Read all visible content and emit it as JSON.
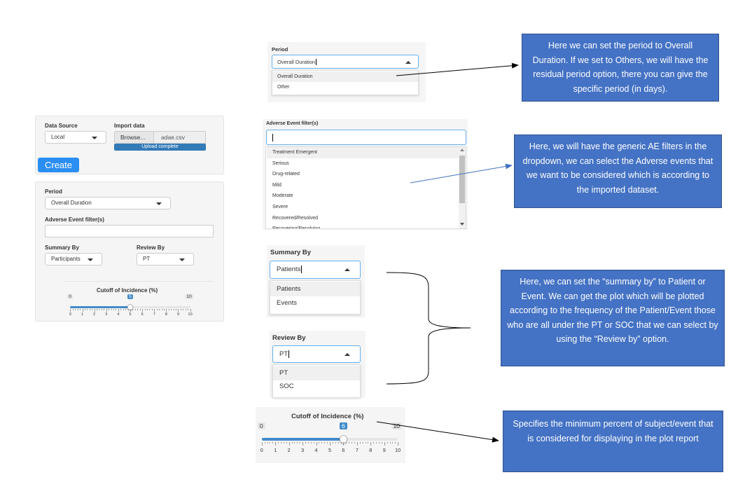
{
  "left_panel": {
    "data_source_label": "Data Source",
    "data_source_value": "Local",
    "import_label": "Import data",
    "browse_label": "Browse...",
    "file_name": "adae.csv",
    "upload_status": "Upload complete",
    "create_label": "Create",
    "period_label": "Period",
    "period_value": "Overall Duration",
    "ae_filter_label": "Adverse Event filter(s)",
    "summary_label": "Summary By",
    "summary_value": "Participants",
    "review_label": "Review By",
    "review_value": "PT",
    "cutoff_label": "Cutoff of Incidence (%)",
    "slider_min": "0",
    "slider_max": "10",
    "slider_value": "5",
    "slider_fraction": 0.5,
    "ticks": [
      "0",
      "1",
      "2",
      "3",
      "4",
      "5",
      "6",
      "7",
      "8",
      "9",
      "10"
    ]
  },
  "period_zoom": {
    "label": "Period",
    "input_value": "Overall Duration",
    "options": [
      "Overall Duration",
      "Other"
    ]
  },
  "ae_zoom": {
    "label": "Adverse Event filter(s)",
    "input_value": "",
    "options": [
      "Treatment Emergent",
      "Serious",
      "Drug-related",
      "Mild",
      "Moderate",
      "Severe",
      "Recovered/Resolved",
      "Recovering/Resolving"
    ]
  },
  "summary_zoom": {
    "label": "Summary By",
    "input_value": "Patients",
    "options": [
      "Patients",
      "Events"
    ]
  },
  "review_zoom": {
    "label": "Review By",
    "input_value": "PT",
    "options": [
      "PT",
      "SOC"
    ]
  },
  "cutoff_zoom": {
    "label": "Cutoff of Incidence (%)",
    "min": "0",
    "max": "10",
    "value": "6",
    "value_fraction": 0.6,
    "ticks": [
      "0",
      "1",
      "2",
      "3",
      "4",
      "5",
      "6",
      "7",
      "8",
      "9",
      "10"
    ]
  },
  "callouts": {
    "period": "Here we can set the period to Overall Duration. If we set to Others, we will have the residual period option, there you can give the specific period (in days).",
    "ae": "Here, we will have the generic AE filters in the dropdown, we can select the Adverse events that we want to be considered which is according to the imported dataset.",
    "summary": "Here, we can set the “summary by” to Patient or Event. We can get the plot which will be plotted according to the frequency of the Patient/Event those who are all under the PT or SOC that we can select by using the “Review by” option.",
    "cutoff": "Specifies the minimum percent of subject/event that is considered for displaying in the plot report"
  },
  "colors": {
    "callout_bg": "#4472c4",
    "button_blue": "#337ab7",
    "slider_blue": "#428bca"
  }
}
